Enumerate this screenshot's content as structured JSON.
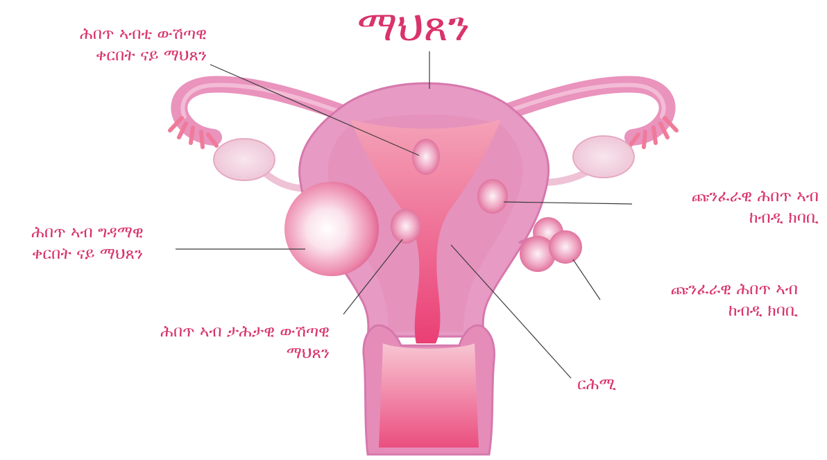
{
  "title": "ማህጸን",
  "labels": {
    "submucosal_top": [
      "ሕበጥ ኣብቲ ውሽጣዊ",
      "ቀርበት ናይ ማህጸን"
    ],
    "subserosal": [
      "ሕበጥ ኣብ ግዳማዊ",
      "ቀርበት ናይ ማህጸን"
    ],
    "intramural_lower": [
      "ሕበጥ ኣብ ታሕታዊ ውሽጣዊ",
      "ማህጸን"
    ],
    "ovarian_right_top": [
      "ጩንፈራዊ ሕበጥ ኣብ",
      "ከብዲ ክባቢ"
    ],
    "ovarian_right_bottom": [
      "ጩንፈራዊ ሕበጥ ኣብ",
      "ከብዲ ክባቢ"
    ],
    "cervix": [
      "ርሕሚ"
    ]
  },
  "colors": {
    "label_text": "#d9336b",
    "uterus_outer": "#e79ac3",
    "uterus_inner": "#ee7fa7",
    "uterus_wall": "#d67db3",
    "leader_line": "#3a3a3a"
  }
}
